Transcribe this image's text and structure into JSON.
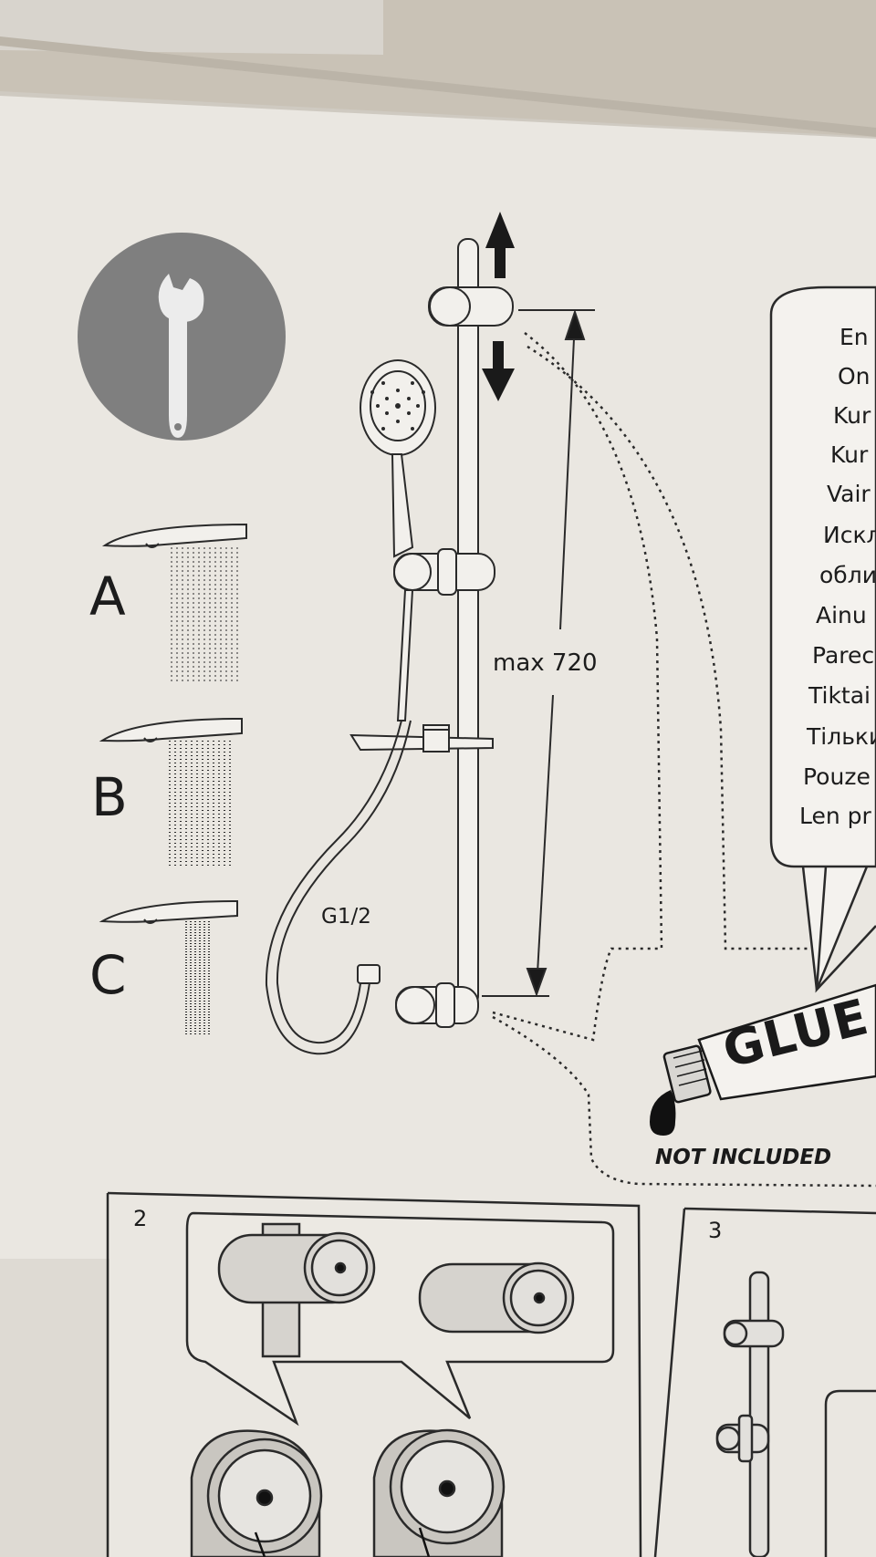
{
  "spray_modes": [
    "A",
    "B",
    "C"
  ],
  "dimension_label": "max 720",
  "thread_label": "G1/2",
  "languages": [
    "En",
    "On",
    "Kur",
    "Kur",
    "Vair",
    "Искл",
    "обли",
    "Ainu",
    "Parec",
    "Tiktai",
    "Тільки",
    "Pouze",
    "Len pr"
  ],
  "glue_text": "GLUE",
  "glue_note": "NOT INCLUDED",
  "steps": [
    "2",
    "3"
  ],
  "icons": {
    "tool": "wrench-icon",
    "direction": "up-down-arrows-icon"
  },
  "colors": {
    "paper": "#eae7e1",
    "tool_circle": "#7f7f7f",
    "line": "#2a2a2a"
  }
}
